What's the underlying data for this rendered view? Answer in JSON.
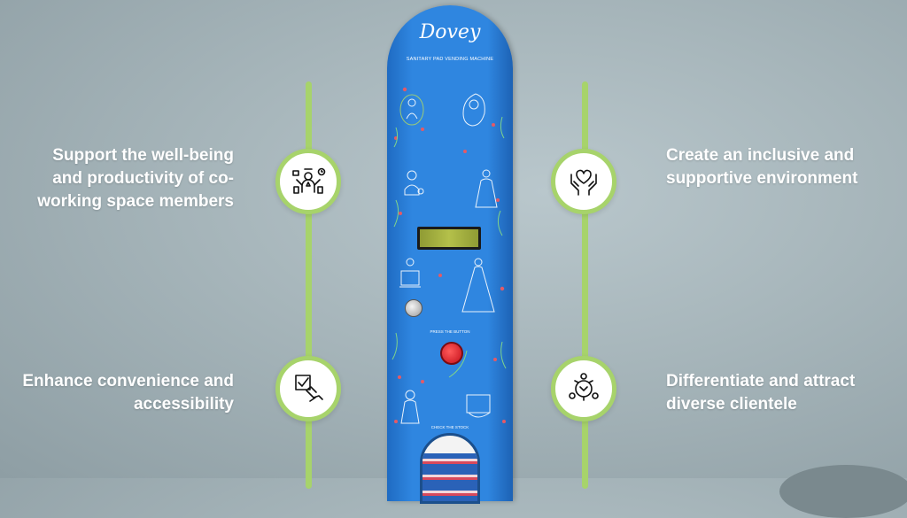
{
  "machine": {
    "brand": "Dovey",
    "subtitle": "SANITARY PAD VENDING MACHINE",
    "press_label": "PRESS THE BUTTON",
    "stock_label": "CHECK THE STOCK"
  },
  "features_left": [
    {
      "text": "Support the well-being and productivity of co-working space members",
      "icon": "multitasking-person-icon"
    },
    {
      "text": "Enhance convenience and accessibility",
      "icon": "hand-checklist-icon"
    }
  ],
  "features_right": [
    {
      "text": "Create an inclusive and supportive environment",
      "icon": "hands-heart-icon"
    },
    {
      "text": "Differentiate and attract diverse clientele",
      "icon": "diverse-people-icon"
    }
  ],
  "colors": {
    "accent_green": "#a7d36b",
    "machine_blue": "#2f86e0",
    "button_red": "#c40f1a"
  }
}
